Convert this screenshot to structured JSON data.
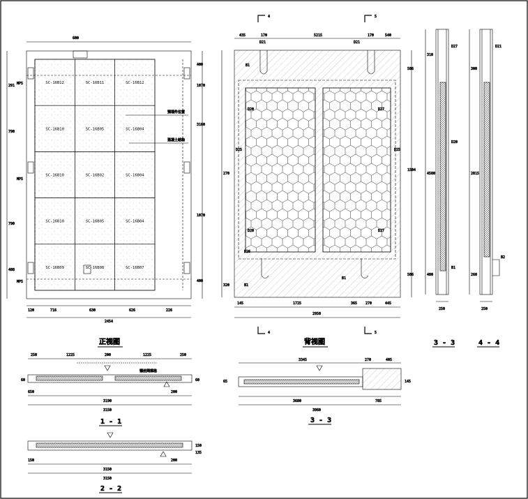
{
  "titles": {
    "front_view": "正视图",
    "back_view": "背视图",
    "section_1_1": "1 - 1",
    "section_2_2": "2 - 2",
    "section_3_3_bottom": "3 - 3",
    "section_3_3_right": "3 - 3",
    "section_4_4": "4 - 4"
  },
  "section_marks": {
    "a": "4",
    "b": "5"
  },
  "front_view": {
    "panels": [
      [
        "SC-16B12",
        "SC-16B11",
        "SC-16B12"
      ],
      [
        "SC-16B10",
        "SC-16B05",
        "SC-16B04"
      ],
      [
        "SC-16B10",
        "SC-16B02",
        "SC-16B04"
      ],
      [
        "SC-16B10",
        "SC-16B05",
        "SC-16B04"
      ],
      [
        "SC-16B09",
        "SC-16B08",
        "SC-16B07"
      ]
    ],
    "left_tags": [
      "MP5",
      "MP5",
      "MP5"
    ],
    "callouts": [
      "预埋件位置",
      "混凝土结构"
    ],
    "dims_bottom": [
      "120",
      "716",
      "630",
      "626",
      "226"
    ],
    "dims_total": "2454",
    "dims_top": "600",
    "dims_left": [
      "291",
      "790",
      "790",
      "488"
    ],
    "dims_right": [
      "400",
      "1070",
      "3160",
      "1070",
      "400"
    ]
  },
  "back_view": {
    "labels": [
      "D21",
      "D21",
      "D20",
      "D20",
      "D27",
      "D27",
      "D25",
      "D25",
      "D26"
    ],
    "top_dims": [
      "435",
      "170",
      "5215",
      "170",
      "540"
    ],
    "bottom_dims": [
      "145",
      "1725",
      "365",
      "270",
      "445"
    ],
    "total": "2950",
    "right_dims": [
      "586",
      "1504",
      "586"
    ],
    "left_dims": [
      "320",
      "270"
    ],
    "callout_tags": [
      "B1",
      "B1",
      "B1"
    ]
  },
  "section_1_1": {
    "dims_top": [
      "250",
      "1225",
      "200",
      "1225",
      "250"
    ],
    "note": "钢丝网规格",
    "dims_bottom": [
      "3190",
      "3150"
    ],
    "side_dims": [
      "60",
      "60"
    ],
    "small_dims": [
      "650",
      "200"
    ]
  },
  "section_2_2": {
    "dims_bottom": [
      "3150",
      "3150"
    ],
    "side_dims": [
      "150",
      "135"
    ],
    "small_dims": [
      "150",
      "200"
    ]
  },
  "section_3_3_bottom": {
    "dims_top": [
      "3345",
      "270",
      "405"
    ],
    "dims_bottom": [
      "3680",
      "785",
      "3960"
    ],
    "side_dims": [
      "65",
      "145"
    ]
  },
  "section_3_3_right": {
    "dims": [
      "4580",
      "480",
      "310",
      "250"
    ],
    "labels": [
      "D27",
      "D20",
      "B1"
    ]
  },
  "section_4_4": {
    "dims": [
      "2815",
      "260",
      "300",
      "250"
    ],
    "labels": [
      "D21",
      "B2"
    ]
  }
}
